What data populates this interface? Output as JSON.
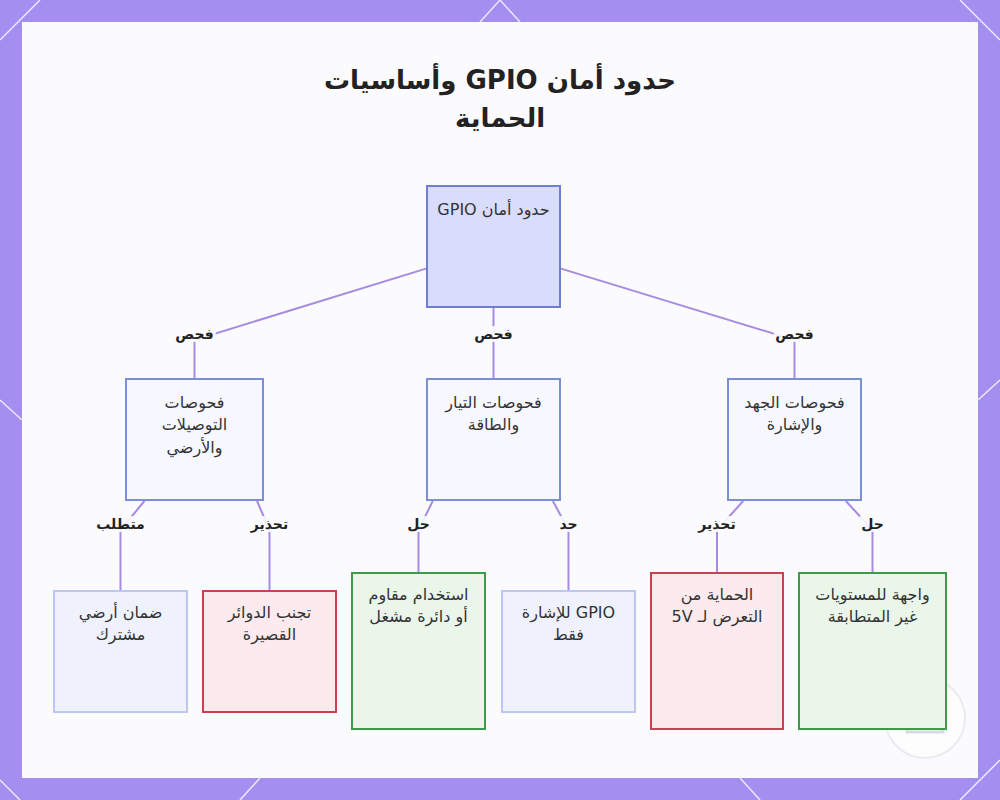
{
  "diagram": {
    "title": "حدود أمان GPIO وأساسيات الحماية",
    "nodes": [
      {
        "text": [
          "حدود أمان GPIO"
        ]
      },
      {
        "text": [
          "فحوصات الجهد والإشارة"
        ]
      },
      {
        "text": [
          "فحوصات التيار والطاقة"
        ]
      },
      {
        "text": [
          "فحوصات التوصيلات والأرضي"
        ]
      },
      {
        "text": [
          "واجهة للمستويات غير المتطابقة"
        ]
      },
      {
        "text": [
          "الحماية من التعرض لـ 5V"
        ]
      },
      {
        "text": [
          "GPIO للإشارة فقط"
        ]
      },
      {
        "text": [
          "استخدام مقاوم أو دائرة مشغل"
        ]
      },
      {
        "text": [
          "تجنب الدوائر القصيرة"
        ]
      },
      {
        "text": [
          "ضمان أرضي مشترك"
        ]
      }
    ],
    "edges": [
      {
        "from": 0,
        "to": 1,
        "label": "فحص",
        "arrow": "none"
      },
      {
        "from": 0,
        "to": 2,
        "label": "فحص",
        "arrow": "none"
      },
      {
        "from": 0,
        "to": 3,
        "label": "فحص",
        "arrow": "none"
      },
      {
        "from": 1,
        "to": 4,
        "label": "حل",
        "arrow": "none"
      },
      {
        "from": 1,
        "to": 5,
        "label": "تحذير",
        "arrow": "none"
      },
      {
        "from": 2,
        "to": 6,
        "label": "حد",
        "arrow": "none"
      },
      {
        "from": 2,
        "to": 7,
        "label": "حل",
        "arrow": "none"
      },
      {
        "from": 3,
        "to": 8,
        "label": "تحذير",
        "arrow": "none"
      },
      {
        "from": 3,
        "to": 9,
        "label": "متطلب",
        "arrow": "none"
      }
    ]
  }
}
